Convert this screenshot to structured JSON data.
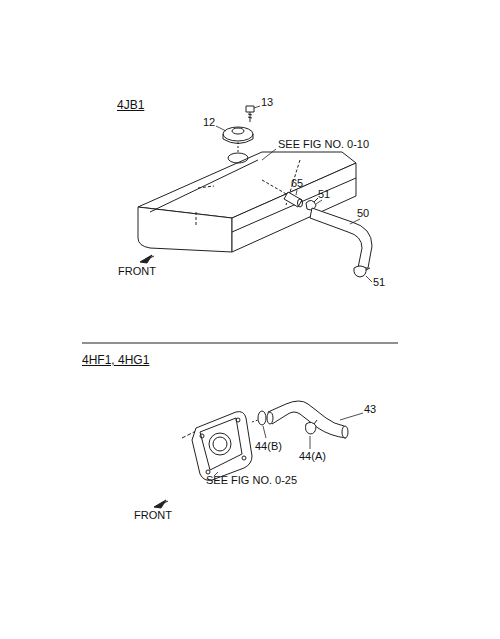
{
  "diagram": {
    "labels": [
      "4JB1",
      "13",
      "12",
      "SEE FIG NO. 0-10",
      "65",
      "51",
      "50",
      "FRONT",
      "51",
      "4HF1, 4HG1",
      "43",
      "44(B)",
      "44(A)",
      "SEE FIG NO. 0-25",
      "FRONT"
    ]
  }
}
